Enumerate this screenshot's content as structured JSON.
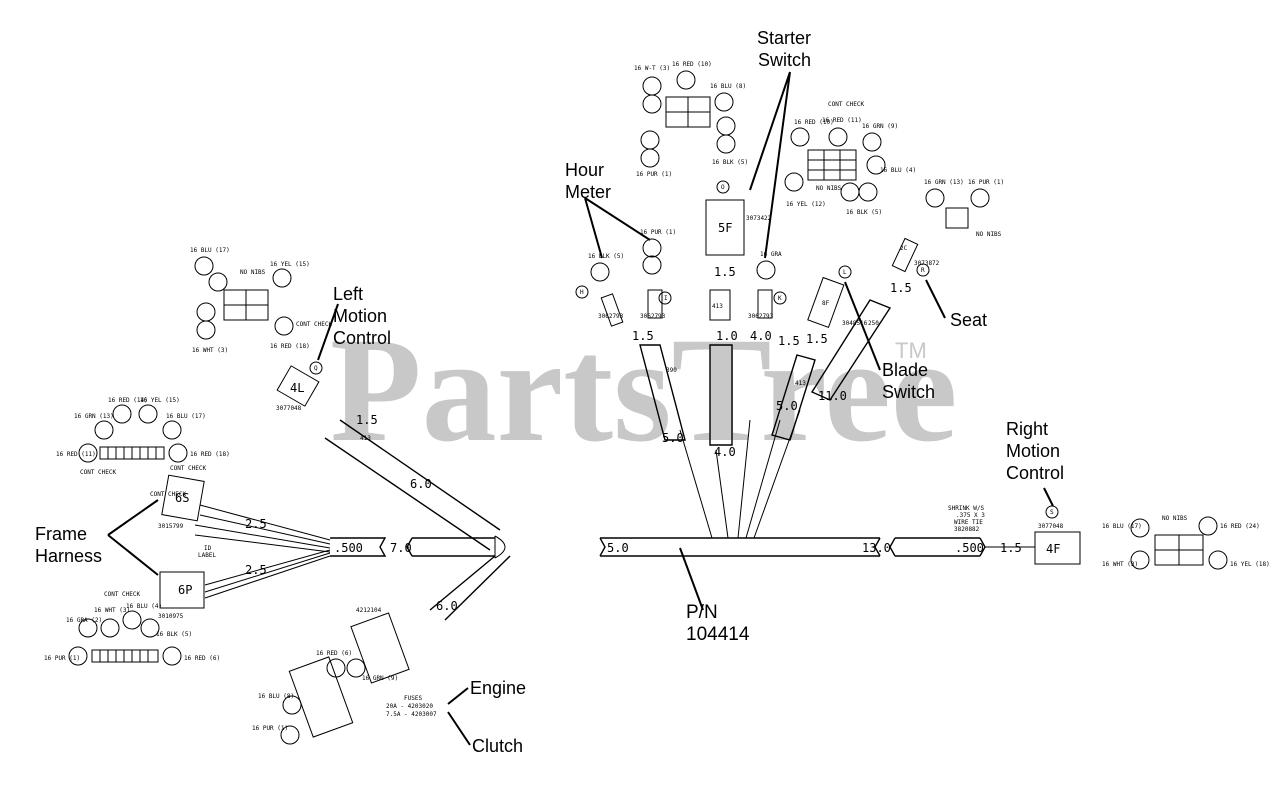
{
  "watermark": {
    "text": "PartsTree",
    "tm": "TM"
  },
  "callouts": {
    "starter_switch": [
      "Starter",
      "Switch"
    ],
    "hour_meter": [
      "Hour",
      "Meter"
    ],
    "left_motion": [
      "Left",
      "Motion",
      "Control"
    ],
    "seat": "Seat",
    "blade_switch": [
      "Blade",
      "Switch"
    ],
    "right_motion": [
      "Right",
      "Motion",
      "Control"
    ],
    "frame_harness": [
      "Frame",
      "Harness"
    ],
    "engine": "Engine",
    "clutch": "Clutch",
    "part_number": [
      "P/N",
      "104414"
    ]
  },
  "dimensions": {
    "d_5_0_top": "5.0",
    "d_4_0": "4.0",
    "d_1_0": "1.0",
    "d_4_0_b": "4.0",
    "d_1_5_a": "1.5",
    "d_1_5_b": "1.5",
    "d_1_5_c": "1.5",
    "d_1_5_d": "1.5",
    "d_5_0_blade": "5.0",
    "d_11_0": "11.0",
    "d_6_0": "6.0",
    "d_6_0_b": "6.0",
    "d_2_5_a": "2.5",
    "d_2_5_b": "2.5",
    "d_7_0": "7.0",
    "d_500_l": ".500",
    "d_5_0_main": "5.0",
    "d_13_0": "13.0",
    "d_500_r": ".500",
    "d_1_5_r": "1.5",
    "d_1_5_lmc": "1.5",
    "d_1_5_seat": "1.5"
  },
  "connectors": {
    "c5f": "5F",
    "c4f": "4F",
    "c6s": "6S",
    "c6p": "6P",
    "c4l": "4L",
    "c8f": "8F",
    "c413_a": "413",
    "c413_b": "413",
    "c413_c": "413",
    "c390": "390",
    "c250": "250",
    "c2c": "2C"
  },
  "part_ids": {
    "p3073422": "3073422",
    "p3062793_a": "3062793",
    "p3062793_b": "3062793",
    "p3062793_c": "3062793",
    "p3077048_l": "3077048",
    "p3077048_r": "3077048",
    "p3015799": "3015799",
    "p3010975": "3010975",
    "p3048516": "3048516",
    "p3073872": "3073872",
    "p4212104": "4212104"
  },
  "circle_letters": {
    "h": "H",
    "i": "I",
    "k": "K",
    "l": "L",
    "q": "Q",
    "r": "R",
    "s": "S",
    "o": "O"
  },
  "notes": {
    "shrink": [
      "SHRINK W/S",
      ".375 X 3",
      "WIRE TIE",
      "3820882"
    ],
    "fuses": [
      "FUSES",
      "20A  -  4203020",
      "7.5A  -  4203007"
    ],
    "id_label": [
      "ID",
      "LABEL"
    ],
    "cont_check": "CONT CHECK"
  },
  "wire_labels": {
    "starter": [
      "16 W-T (3)",
      "16 RED (10)",
      "16 BLU (8)",
      "16 BLK (5)",
      "16 PUR (1)"
    ],
    "blade": [
      "CONT CHECK",
      "16 RED (10)",
      "16 RED (11)",
      "16 GRN (9)",
      "16 BLU (4)",
      "16 YEL (12)",
      "NO NIBS",
      "16 BLK (5)"
    ],
    "seat": [
      "16 GRN (13)",
      "16 PUR (1)",
      "NO NIBS"
    ],
    "hour": [
      "16 BLK (5)",
      "16 PUR (1)",
      "16 GRA"
    ],
    "left_motion": [
      "16 BLU (17)",
      "NO NIBS",
      "16 YEL (15)",
      "CONT CHECK",
      "16 RED (18)",
      "16 WHT (3)"
    ],
    "frame_top": [
      "16 GRN (13)",
      "16 RED (14)",
      "16 YEL (15)",
      "16 BLU (17)",
      "16 RED (11)",
      "16 RED (18)",
      "CONT CHECK"
    ],
    "frame_bot": [
      "CONT CHECK",
      "16 WHT (3)",
      "16 BLU (4)",
      "16 GRA (2)",
      "16 BLK (5)",
      "16 PUR (1)",
      "16 RED (6)"
    ],
    "engine": [
      "16 RED (6)",
      "16 BLU (8)",
      "16 GRN (9)",
      "16 PUR (1)"
    ],
    "right_motion": [
      "16 BLU (17)",
      "NO NIBS",
      "16 RED (24)",
      "16 WHT (3)",
      "16 YEL (18)"
    ]
  }
}
